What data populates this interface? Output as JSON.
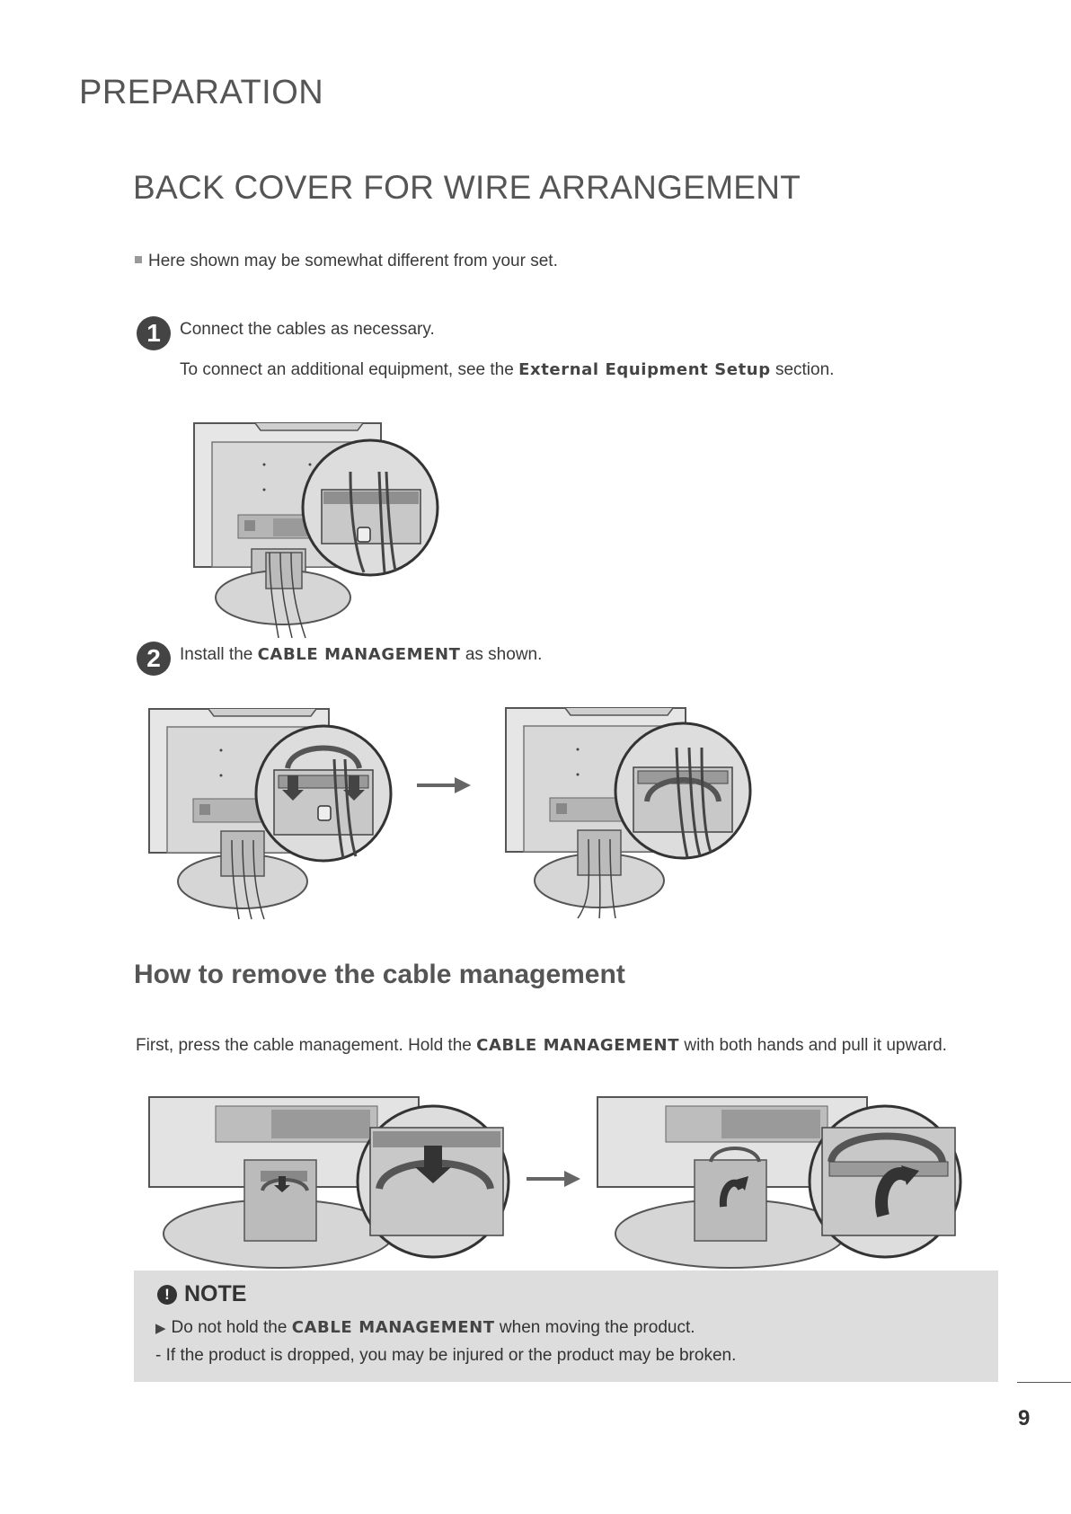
{
  "header": {
    "section_title": "PREPARATION"
  },
  "main": {
    "heading": "BACK COVER FOR WIRE ARRANGEMENT",
    "disclaimer": "Here shown may be somewhat different from your set.",
    "steps": [
      {
        "number": "1",
        "line1": "Connect the cables as necessary.",
        "line2_prefix": "To connect an additional equipment, see the ",
        "line2_keyword": "External Equipment Setup",
        "line2_suffix": " section."
      },
      {
        "number": "2",
        "prefix": "Install the ",
        "keyword": "CABLE MANAGEMENT",
        "suffix": " as shown."
      }
    ]
  },
  "remove": {
    "heading": "How to remove the cable management",
    "text_prefix": "First, press the cable management. Hold the ",
    "text_keyword": "CABLE MANAGEMENT",
    "text_suffix": " with both hands and pull it upward."
  },
  "note": {
    "icon": "exclamation-icon",
    "title": "NOTE",
    "line1_prefix": "Do not hold the ",
    "line1_keyword": "CABLE MANAGEMENT",
    "line1_suffix": " when moving the product.",
    "line2": "- If the product is dropped, you may be injured or the product may be broken."
  },
  "footer": {
    "page_number": "9"
  },
  "colors": {
    "heading_gray": "#555555",
    "note_background": "#dddddd",
    "step_badge": "#444444"
  }
}
